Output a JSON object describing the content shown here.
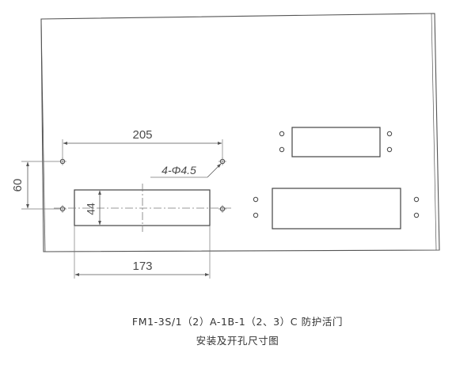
{
  "dimensions": {
    "hole_spacing_horizontal": "205",
    "hole_spacing_vertical": "60",
    "hole_callout": "4-Φ4.5",
    "cutout_height": "44",
    "cutout_width": "173"
  },
  "caption": {
    "line1": "FM1-3S/1（2）A-1B-1（2、3）C 防护活门",
    "line2": "安装及开孔尺寸图"
  }
}
